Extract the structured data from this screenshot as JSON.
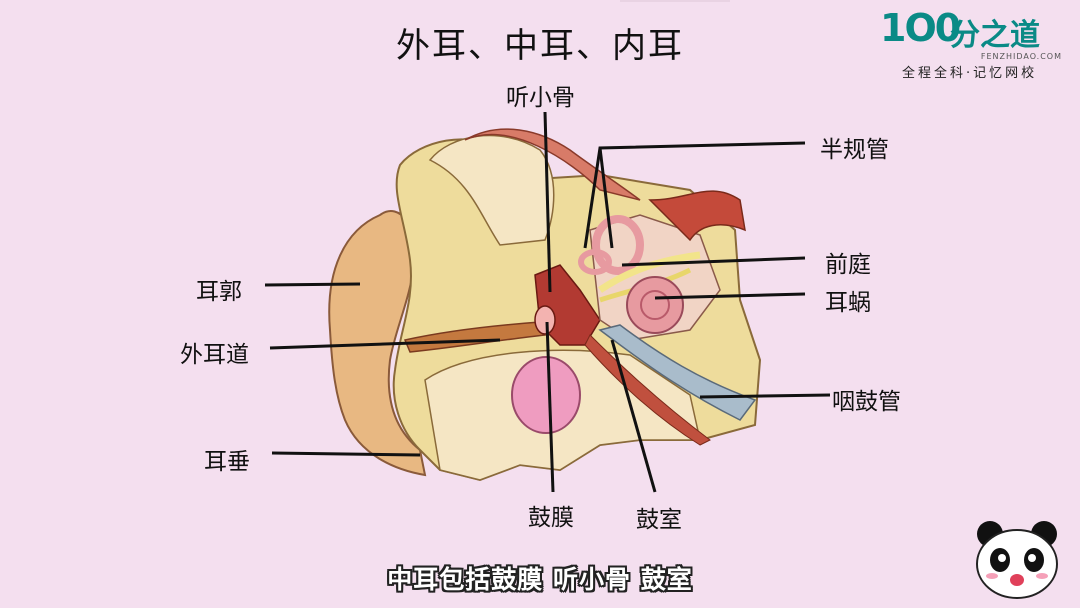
{
  "title": "外耳、中耳、内耳",
  "subtitle": "中耳包括鼓膜  听小骨  鼓室",
  "logo": {
    "mark": "1O0",
    "name": "分之道",
    "domain": "FENZHIDAO.COM",
    "slogan": "全程全科·记忆网校"
  },
  "labels": {
    "ossicles": "听小骨",
    "semicircular_canals": "半规管",
    "vestibule": "前庭",
    "cochlea": "耳蜗",
    "auricle": "耳郭",
    "ear_canal": "外耳道",
    "eustachian_tube": "咽鼓管",
    "earlobe": "耳垂",
    "eardrum": "鼓膜",
    "tympanic_cavity": "鼓室"
  },
  "colors": {
    "background": "#f4dfef",
    "brand": "#0a8a86",
    "skin": "#e8b882",
    "tissue": "#eedc9c",
    "bone": "#f5e6c4",
    "cochlea": "#e79aa0",
    "muscle": "#c0503e"
  }
}
